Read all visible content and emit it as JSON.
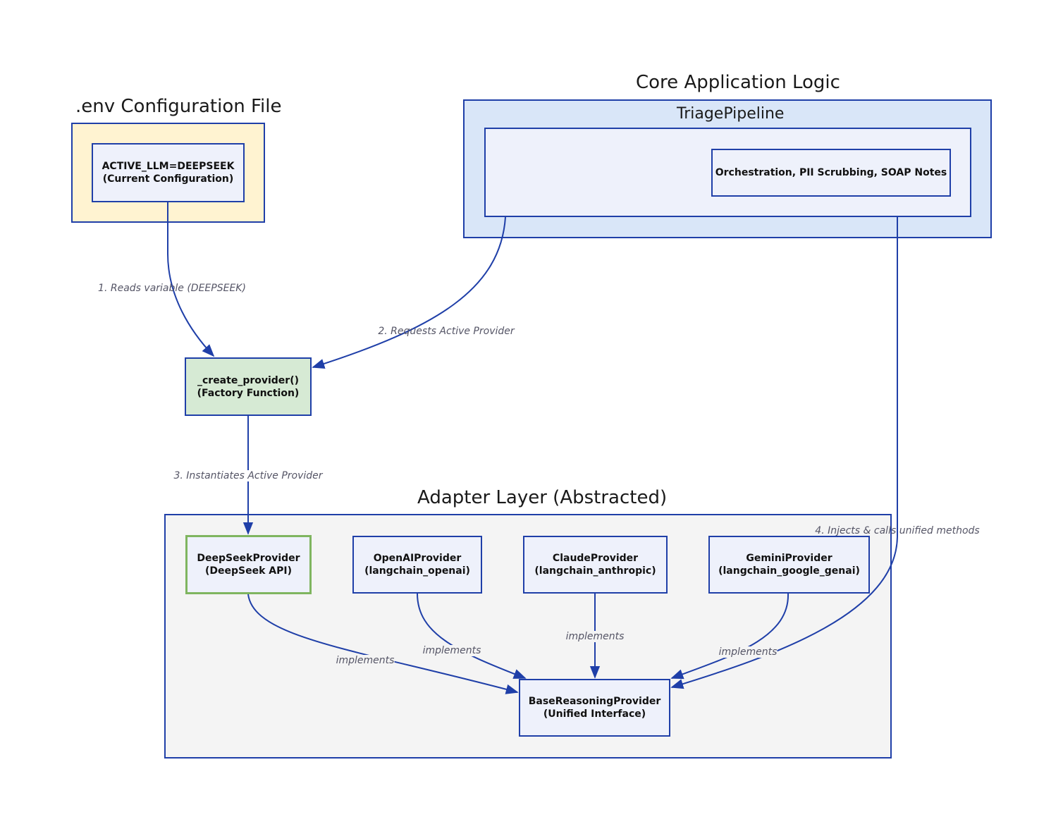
{
  "clusters": {
    "env": {
      "title": ".env Configuration File"
    },
    "core": {
      "title": "Core Application Logic",
      "pipeline_title": "TriagePipeline"
    },
    "adapter": {
      "title": "Adapter Layer (Abstracted)"
    }
  },
  "nodes": {
    "active_llm": {
      "line1": "ACTIVE_LLM=DEEPSEEK",
      "line2": "(Current Configuration)"
    },
    "orchestration": {
      "line1": "Orchestration, PII Scrubbing, SOAP Notes"
    },
    "factory": {
      "line1": "_create_provider()",
      "line2": "(Factory Function)"
    },
    "deepseek": {
      "line1": "DeepSeekProvider",
      "line2": "(DeepSeek API)"
    },
    "openai": {
      "line1": "OpenAIProvider",
      "line2": "(langchain_openai)"
    },
    "claude": {
      "line1": "ClaudeProvider",
      "line2": "(langchain_anthropic)"
    },
    "gemini": {
      "line1": "GeminiProvider",
      "line2": "(langchain_google_genai)"
    },
    "base": {
      "line1": "BaseReasoningProvider",
      "line2": "(Unified Interface)"
    }
  },
  "edges": {
    "reads": "1. Reads variable (DEEPSEEK)",
    "requests": "2. Requests Active Provider",
    "instantiates": "3. Instantiates Active Provider",
    "injects": "4. Injects & calls unified methods",
    "impl_deepseek": "implements",
    "impl_openai": "implements",
    "impl_claude": "implements",
    "impl_gemini": "implements"
  },
  "colors": {
    "edge": "#1f3fa8",
    "node_fill": "#eef1fb",
    "node_border": "#1f3fa8",
    "env_fill": "#fff3d1",
    "core_fill": "#d9e6f8",
    "factory_fill": "#d6ead4",
    "adapter_fill": "#f4f4f4",
    "active_border": "#7fb55f"
  }
}
